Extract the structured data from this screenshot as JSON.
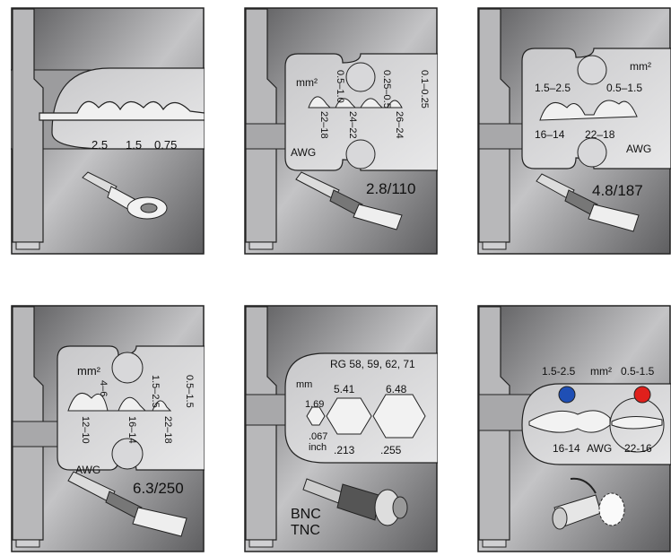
{
  "panels": [
    {
      "labels": {
        "s1": "2.5",
        "s2": "1.5",
        "s3": "0.75"
      }
    },
    {
      "labels": {
        "unit_top": "mm²",
        "a": "0.5–1.0",
        "b": "0.25–0.5",
        "c": "0.1–0.25",
        "d": "22–18",
        "e": "24–22",
        "f": "26–24",
        "unit_bottom": "AWG",
        "size": "2.8/110"
      }
    },
    {
      "labels": {
        "unit_top": "mm²",
        "a": "1.5–2.5",
        "b": "0.5–1.5",
        "c": "16–14",
        "d": "22–18",
        "unit_bottom": "AWG",
        "size": "4.8/187"
      }
    },
    {
      "labels": {
        "unit_top": "mm²",
        "a": "4–6",
        "b": "1.5–2.5",
        "c": "0.5–1.5",
        "d": "12–10",
        "e": "16–14",
        "f": "22–18",
        "unit_bottom": "AWG",
        "size": "6.3/250"
      }
    },
    {
      "labels": {
        "rg": "RG 58, 59, 62, 71",
        "mm": "mm",
        "a": "1.69",
        "b": "5.41",
        "c": "6.48",
        "d": ".067",
        "inch": "inch",
        "e": ".213",
        "f": ".255",
        "type1": "BNC",
        "type2": "TNC"
      }
    },
    {
      "labels": {
        "a": "1.5-2.5",
        "unit": "mm²",
        "b": "0.5-1.5",
        "c": "16-14",
        "awg": "AWG",
        "d": "22-16"
      },
      "colors": {
        "blue": "#1f4fb5",
        "red": "#e0201c"
      }
    }
  ]
}
